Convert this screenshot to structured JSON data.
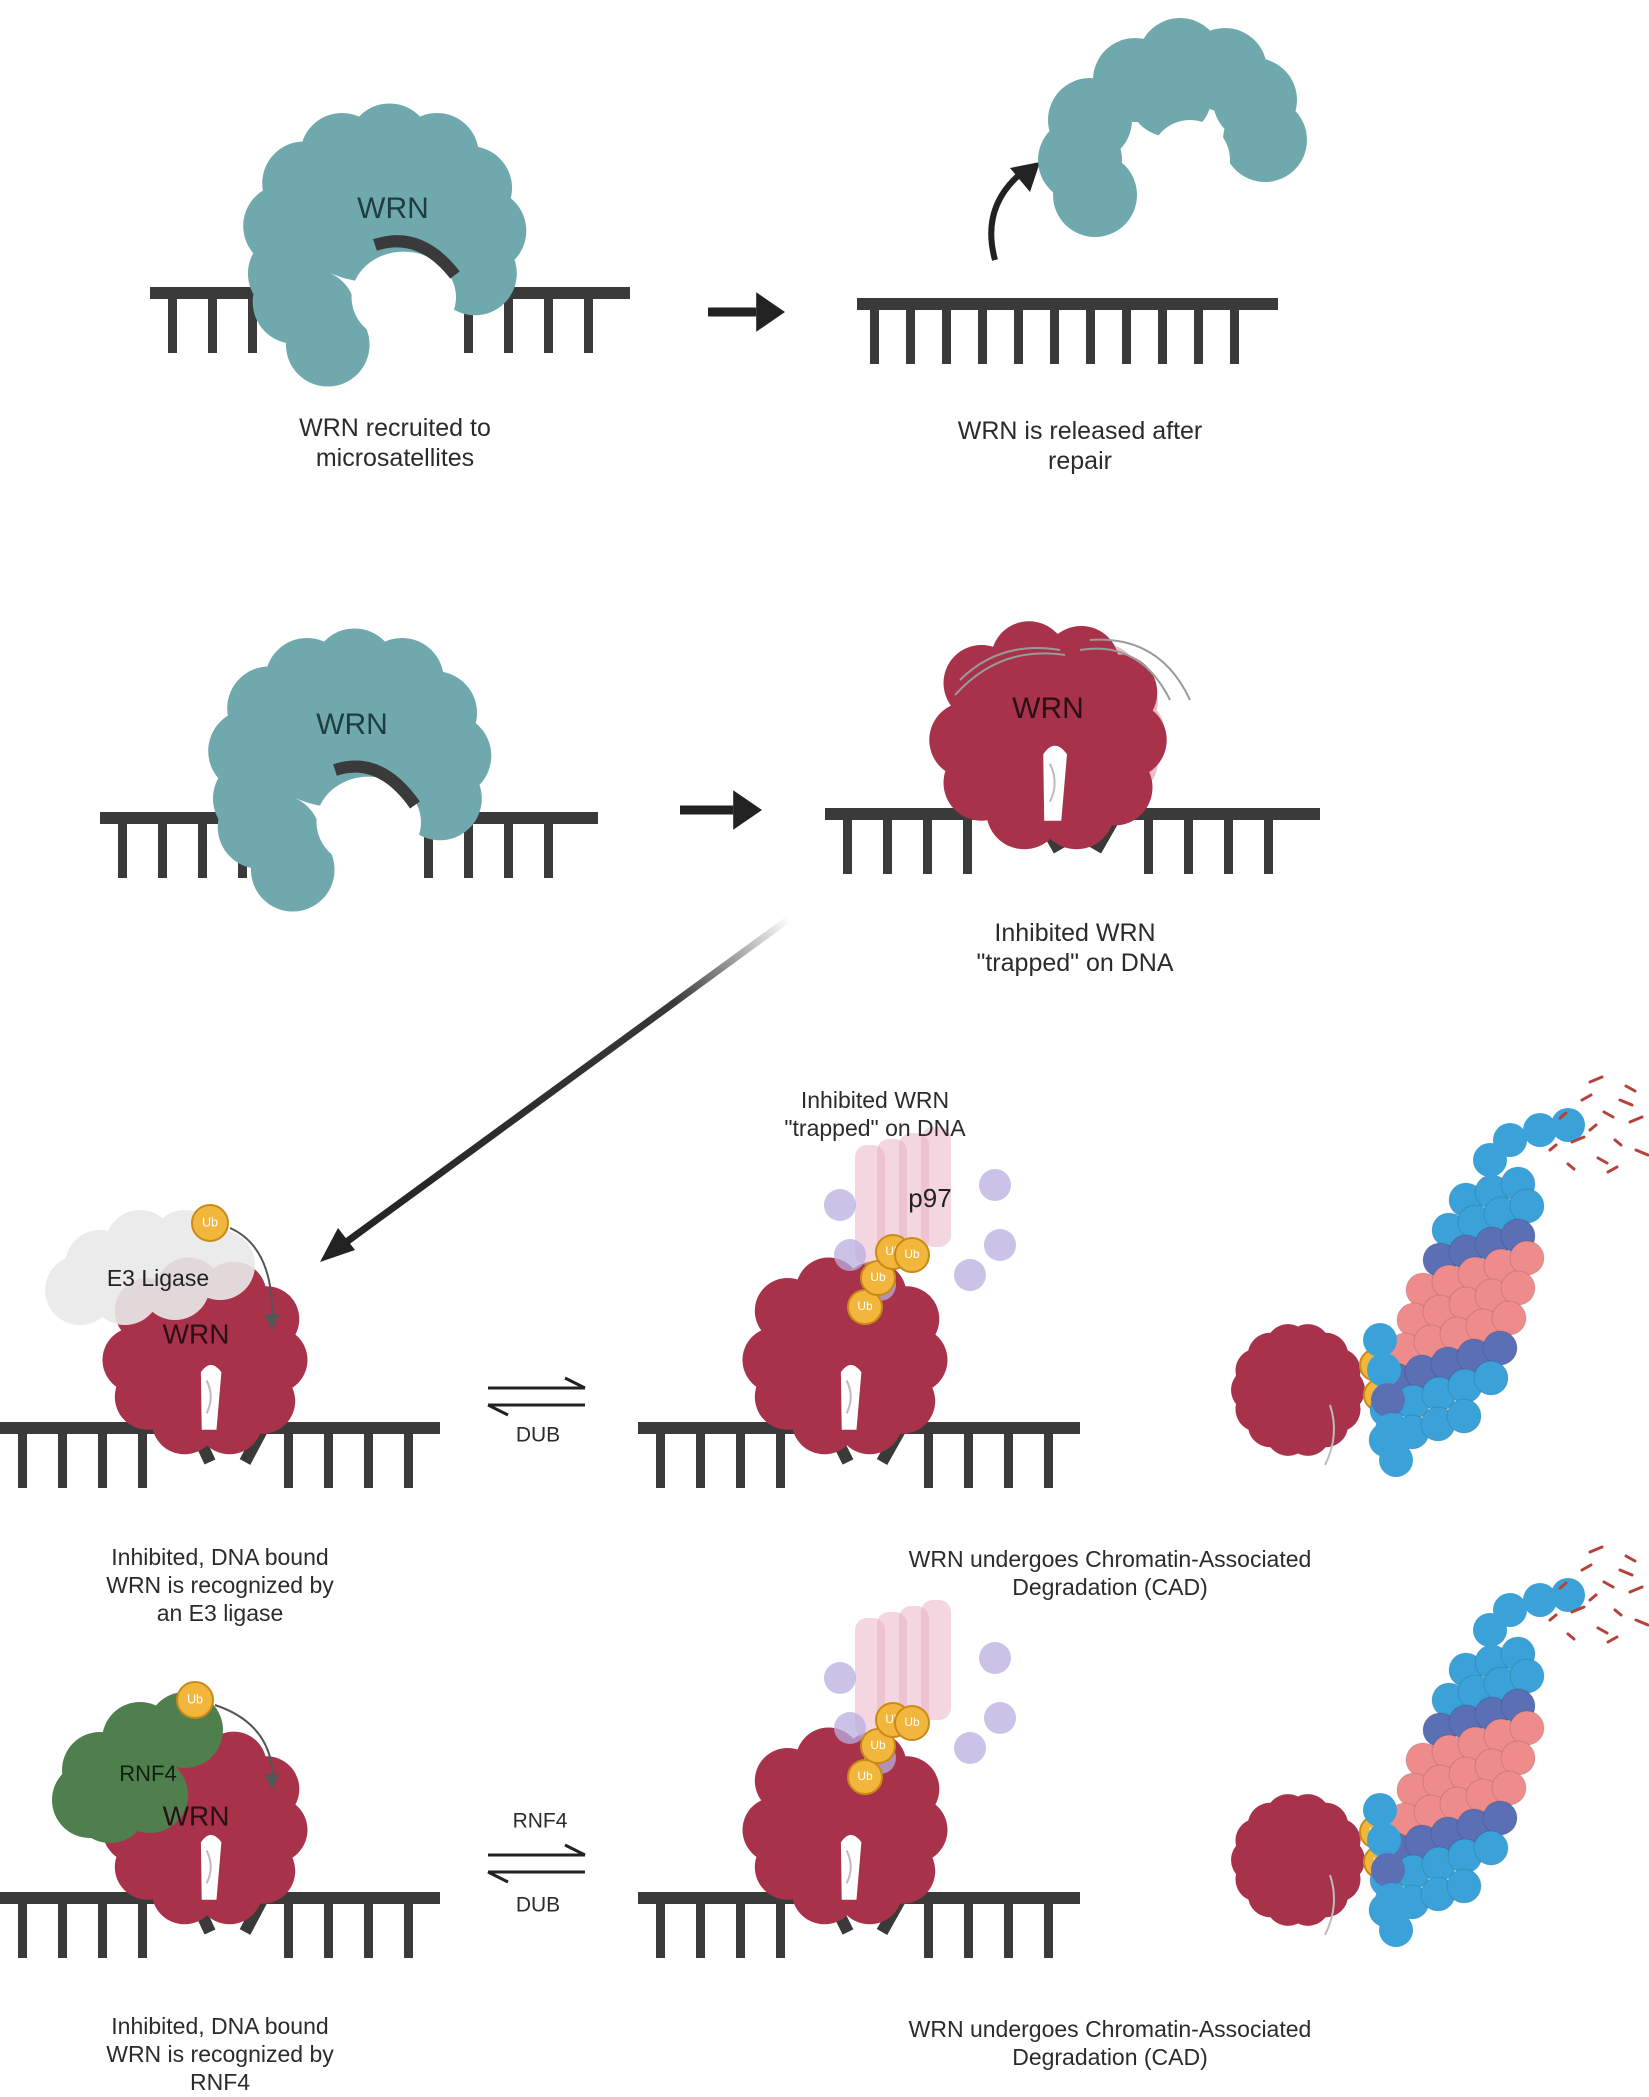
{
  "colors": {
    "dna": "#3a3a3a",
    "wrn_active": "#6fa9ae",
    "wrn_inhibited": "#a8324a",
    "wrn_ghost": "#d48a98",
    "ubiquitin": "#f2b63c",
    "ubiquitin_edge": "#c98a16",
    "e3_ligase": "#e9e9e9",
    "rnf4": "#4f7f4d",
    "p97": "#e9b5c4",
    "p97_dots": "#b9aee0",
    "proteasome_blue": "#3aa2d8",
    "proteasome_navy": "#5a6fb4",
    "proteasome_pink": "#ee8c8c",
    "fragments": "#b5413b",
    "arrow": "#222222"
  },
  "panel1": {
    "protein_label": "WRN",
    "caption_left": [
      "WRN recruited to",
      "microsatellites"
    ],
    "caption_right": [
      "WRN is released after",
      "repair"
    ]
  },
  "panel2": {
    "protein_label_left": "WRN",
    "protein_label_right": "WRN",
    "caption_right": [
      "Inhibited WRN",
      "\"trapped\" on DNA"
    ]
  },
  "panel3": {
    "ub_label": "Ub",
    "e3_label": "E3 Ligase",
    "protein_label": "WRN",
    "p97_label": "p97",
    "top_caption": [
      "Inhibited WRN",
      "\"trapped\" on DNA"
    ],
    "eq_label_bottom": "DUB",
    "caption_left": [
      "Inhibited, DNA bound",
      "WRN is recognized by",
      "an E3 ligase"
    ],
    "caption_right": [
      "WRN undergoes Chromatin-Associated",
      "Degradation (CAD)"
    ]
  },
  "panel4": {
    "ub_label": "Ub",
    "rnf4_label": "RNF4",
    "protein_label": "WRN",
    "eq_label_top": "RNF4",
    "eq_label_bottom": "DUB",
    "caption_left": [
      "Inhibited, DNA bound",
      "WRN is recognized by",
      "RNF4"
    ],
    "caption_right": [
      "WRN undergoes Chromatin-Associated",
      "Degradation (CAD)"
    ]
  }
}
